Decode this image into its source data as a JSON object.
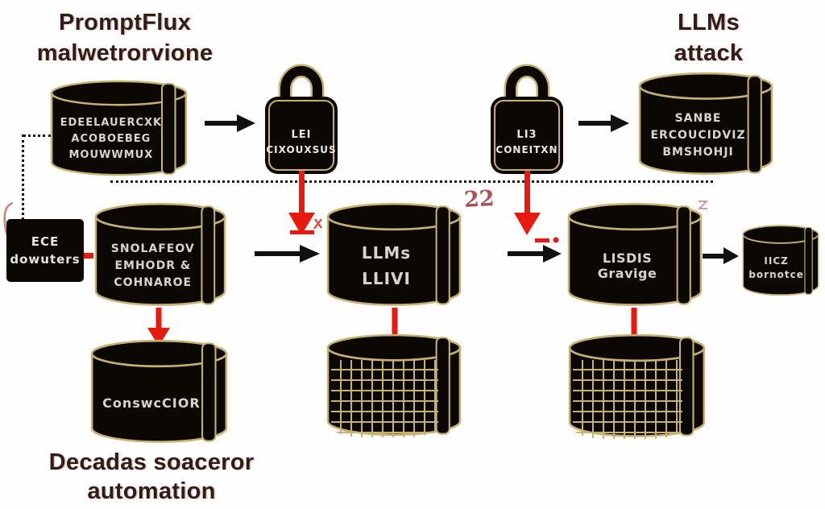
{
  "diagram": {
    "titles": {
      "top_left_line1": "PromptFlux",
      "top_left_line2": "malwetrorvione",
      "top_right_line1": "LLMs",
      "top_right_line2": "attack",
      "bottom_line1": "Decadas soaceror",
      "bottom_line2": "automation"
    },
    "annotation_22": "22",
    "nodes": {
      "source_db": {
        "line1": "EDEELAUERCXK",
        "line2": "ACOBOEBEG",
        "line3": "MOUWWMUX"
      },
      "lock1": {
        "line1": "LEI",
        "line2": "CIXOUXSUS"
      },
      "lock2": {
        "line1": "LI3",
        "line2": "CONEITXN"
      },
      "attack_db": {
        "line1": "SANBE",
        "line2": "ERCOUCIDVIZ",
        "line3": "BMSHOHJI"
      },
      "ece_box": {
        "line1": "ECE",
        "line2": "dowuters"
      },
      "enclave_db": {
        "line1": "SNOLAFEOV",
        "line2": "EMHODR &",
        "line3": "COHNAROE"
      },
      "llm_db": {
        "line1": "LLMs",
        "line2": "LLIVI"
      },
      "storage_db": {
        "line1": "LISDIS Gravige"
      },
      "output_db": {
        "line1": "IICZ",
        "line2": "bornotce"
      },
      "collector_db": {
        "line1": "ConswcCIOR"
      }
    },
    "colors": {
      "cylinder_fill": "#0b0804",
      "outline_gold": "#c7b272",
      "arrow_black": "#111111",
      "arrow_red": "#e8190f",
      "title_text": "#301c19",
      "node_text": "#d8d4ca",
      "annotation_red": "#a85156"
    }
  }
}
